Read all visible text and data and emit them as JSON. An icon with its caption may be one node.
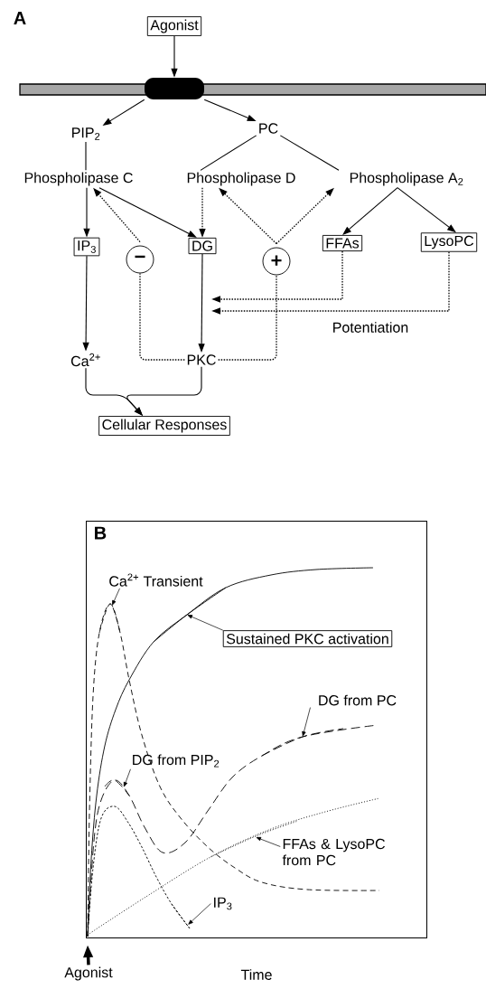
{
  "diagram": {
    "nodes": [
      {
        "text": [
          "Agonist"
        ]
      },
      {
        "text": [],
        "shape": "box"
      },
      {
        "text": [
          "PIP$_{2}$"
        ]
      },
      {
        "text": [
          "PC"
        ]
      },
      {
        "text": [
          "Phospholipase C"
        ]
      },
      {
        "text": [
          "Phospholipase D"
        ]
      },
      {
        "text": [
          "Phospholipase A$_{2}$"
        ]
      },
      {
        "text": [
          "IP$_{3}$"
        ]
      },
      {
        "text": [
          "−"
        ]
      },
      {
        "text": [
          "DG"
        ]
      },
      {
        "text": [
          "+"
        ]
      },
      {
        "text": [
          "FFAs"
        ]
      },
      {
        "text": [
          "LysoPC"
        ]
      },
      {
        "text": [
          "Ca$^{2+}$"
        ]
      },
      {
        "text": [
          "PKC"
        ]
      },
      {
        "text": [
          "Cellular Responses"
        ]
      },
      {
        "text": [
          "B"
        ]
      },
      {
        "text": [
          "Ca$^{2+}$ Transient"
        ],
        "in": 16
      },
      {
        "text": [
          "Sustained PKC activation"
        ],
        "in": 16
      },
      {
        "text": [
          "DG from PC"
        ],
        "in": 16
      },
      {
        "text": [
          "DG from PIP$_{2}$"
        ],
        "in": 16
      },
      {
        "text": [
          "FFAs & LysoPC from PC"
        ],
        "in": 16
      },
      {
        "text": [
          "IP$_{3}$"
        ],
        "in": 16
      },
      {
        "text": [
          "Agonist"
        ]
      },
      {
        "text": [],
        "shape": "curve",
        "in": 16
      },
      {
        "text": [],
        "shape": "curve",
        "in": 16
      },
      {
        "text": [],
        "shape": "curve",
        "in": 16
      },
      {
        "text": [],
        "shape": "curve",
        "in": 16
      },
      {
        "text": [],
        "shape": "curve",
        "in": 16
      },
      {
        "text": [],
        "shape": "curve",
        "in": 16
      }
    ],
    "edges": [
      {
        "from": 0,
        "to": 1,
        "arrow": "to"
      },
      {
        "from": 1,
        "to": 2,
        "arrow": "to"
      },
      {
        "from": 1,
        "to": 3,
        "arrow": "to"
      },
      {
        "from": 2,
        "to": 4,
        "arrow": "none"
      },
      {
        "from": 3,
        "to": 5,
        "arrow": "none"
      },
      {
        "from": 3,
        "to": 6,
        "arrow": "none"
      },
      {
        "from": 4,
        "to": 7,
        "arrow": "to"
      },
      {
        "from": 4,
        "to": 9,
        "arrow": "to"
      },
      {
        "from": 5,
        "to": 9,
        "arrow": "to",
        "style": "dashed"
      },
      {
        "from": 8,
        "to": 4,
        "arrow": "to",
        "style": "dashed"
      },
      {
        "from": 10,
        "to": 5,
        "arrow": "to",
        "style": "dashed"
      },
      {
        "from": 10,
        "to": 6,
        "arrow": "to",
        "style": "dashed"
      },
      {
        "from": 6,
        "to": 11,
        "arrow": "to"
      },
      {
        "from": 6,
        "to": 12,
        "arrow": "to"
      },
      {
        "from": 7,
        "to": 13,
        "arrow": "to"
      },
      {
        "from": 9,
        "to": 14,
        "arrow": "to"
      },
      {
        "from": 14,
        "to": 8,
        "arrow": "none",
        "style": "dashed"
      },
      {
        "from": 14,
        "to": 10,
        "arrow": "none",
        "style": "dashed"
      },
      {
        "from": 11,
        "to": null,
        "arrow": "to",
        "style": "dashed"
      },
      {
        "from": 12,
        "to": null,
        "arrow": "to",
        "style": "dashed"
      },
      {
        "from": 13,
        "to": 15,
        "arrow": "to"
      },
      {
        "from": 14,
        "to": 15,
        "arrow": "to"
      },
      {
        "from": 17,
        "to": 24,
        "arrow": "to"
      },
      {
        "from": 18,
        "to": 25,
        "arrow": "to"
      },
      {
        "from": 19,
        "to": 26,
        "arrow": "to"
      },
      {
        "from": 20,
        "to": 27,
        "arrow": "to"
      },
      {
        "from": 21,
        "to": 28,
        "arrow": "to"
      },
      {
        "from": 22,
        "to": 29,
        "arrow": "to"
      },
      {
        "from": 23,
        "to": null,
        "arrow": "to",
        "style": "thick"
      }
    ],
    "labels": [
      "A",
      "Potentiation",
      "Time"
    ]
  }
}
